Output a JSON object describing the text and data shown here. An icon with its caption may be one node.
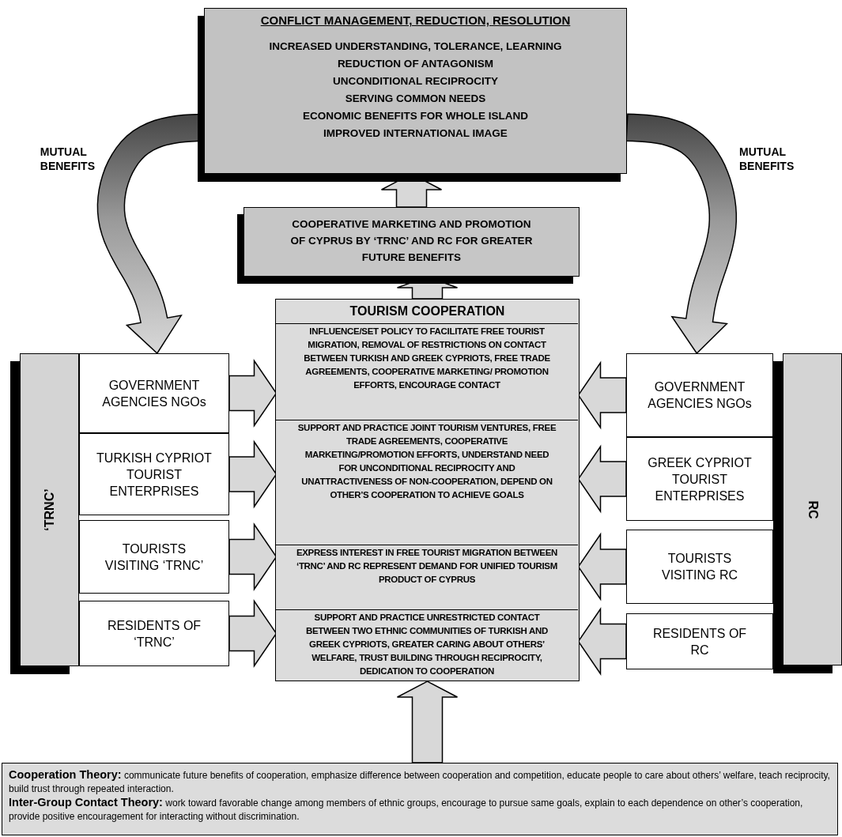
{
  "diagram": {
    "nodes": [
      {
        "text": [
          "CONFLICT MANAGEMENT, REDUCTION, RESOLUTION",
          "INCREASED UNDERSTANDING, TOLERANCE, LEARNING",
          "REDUCTION OF ANTAGONISM",
          "UNCONDITIONAL RECIPROCITY",
          "SERVING COMMON NEEDS",
          "ECONOMIC BENEFITS FOR WHOLE ISLAND",
          "IMPROVED INTERNATIONAL IMAGE"
        ]
      },
      {
        "text": [
          "COOPERATIVE MARKETING AND PROMOTION OF CYPRUS BY ‘TRNC’ AND RC FOR GREATER FUTURE BENEFITS"
        ]
      },
      {
        "text": [
          "TOURISM COOPERATION"
        ]
      },
      {
        "text": [
          "INFLUENCE/SET POLICY TO FACILITATE FREE TOURIST MIGRATION, REMOVAL OF RESTRICTIONS ON CONTACT BETWEEN TURKISH AND GREEK CYPRIOTS, FREE TRADE AGREEMENTS, COOPERATIVE MARKETING/ PROMOTION EFFORTS, ENCOURAGE CONTACT"
        ],
        "in": 2
      },
      {
        "text": [
          "SUPPORT AND PRACTICE JOINT TOURISM VENTURES, FREE TRADE AGREEMENTS, COOPERATIVE MARKETING/PROMOTION EFFORTS, UNDERSTAND NEED FOR UNCONDITIONAL RECIPROCITY AND UNATTRACTIVENESS OF NON-COOPERATION, DEPEND ON OTHER’S COOPERATION TO ACHIEVE GOALS"
        ],
        "in": 2
      },
      {
        "text": [
          "EXPRESS INTEREST IN FREE TOURIST MIGRATION BETWEEN ‘TRNC’ AND RC REPRESENT DEMAND FOR UNIFIED TOURISM PRODUCT OF CYPRUS"
        ],
        "in": 2
      },
      {
        "text": [
          "SUPPORT AND PRACTICE UNRESTRICTED CONTACT BETWEEN TWO ETHNIC COMMUNITIES OF TURKISH AND GREEK CYPRIOTS, GREATER CARING ABOUT OTHERS’ WELFARE, TRUST BUILDING THROUGH RECIPROCITY, DEDICATION TO COOPERATION"
        ],
        "in": 2
      },
      {
        "text": [
          "‘TRNC’"
        ]
      },
      {
        "text": [
          "GOVERNMENT AGENCIES NGOs"
        ]
      },
      {
        "text": [
          "TURKISH CYPRIOT TOURIST ENTERPRISES"
        ]
      },
      {
        "text": [
          "TOURISTS VISITING ‘TRNC’"
        ]
      },
      {
        "text": [
          "RESIDENTS OF ‘TRNC’"
        ]
      },
      {
        "text": [
          "GOVERNMENT AGENCIES NGOs"
        ]
      },
      {
        "text": [
          "GREEK CYPRIOT TOURIST ENTERPRISES"
        ]
      },
      {
        "text": [
          "TOURISTS VISITING RC"
        ]
      },
      {
        "text": [
          "RESIDENTS OF RC"
        ]
      },
      {
        "text": [
          "RC"
        ]
      },
      {
        "text": [
          "**Cooperation Theory:** communicate future benefits of cooperation, emphasize difference between cooperation and competition, educate people to care about others’ welfare, teach reciprocity, build trust through repeated interaction.",
          "**Inter-Group Contact Theory:** work toward favorable change among members of ethnic groups, encourage to pursue same goals, explain to each dependence on other’s cooperation, provide positive encouragement for interacting without discrimination."
        ]
      }
    ],
    "edges": [
      {
        "from": 17,
        "to": 2,
        "arrow": "to"
      },
      {
        "from": 2,
        "to": 1,
        "arrow": "to"
      },
      {
        "from": 1,
        "to": 0,
        "arrow": "to"
      },
      {
        "from": 8,
        "to": 3,
        "arrow": "to"
      },
      {
        "from": 9,
        "to": 4,
        "arrow": "to"
      },
      {
        "from": 10,
        "to": 5,
        "arrow": "to"
      },
      {
        "from": 11,
        "to": 6,
        "arrow": "to"
      },
      {
        "from": 12,
        "to": 3,
        "arrow": "to"
      },
      {
        "from": 13,
        "to": 4,
        "arrow": "to"
      },
      {
        "from": 14,
        "to": 5,
        "arrow": "to"
      },
      {
        "from": 15,
        "to": 6,
        "arrow": "to"
      },
      {
        "from": 0,
        "to": 8,
        "arrow": "to"
      },
      {
        "from": 0,
        "to": 12,
        "arrow": "to"
      }
    ],
    "labels": [
      "MUTUAL BENEFITS",
      "MUTUAL BENEFITS"
    ]
  }
}
